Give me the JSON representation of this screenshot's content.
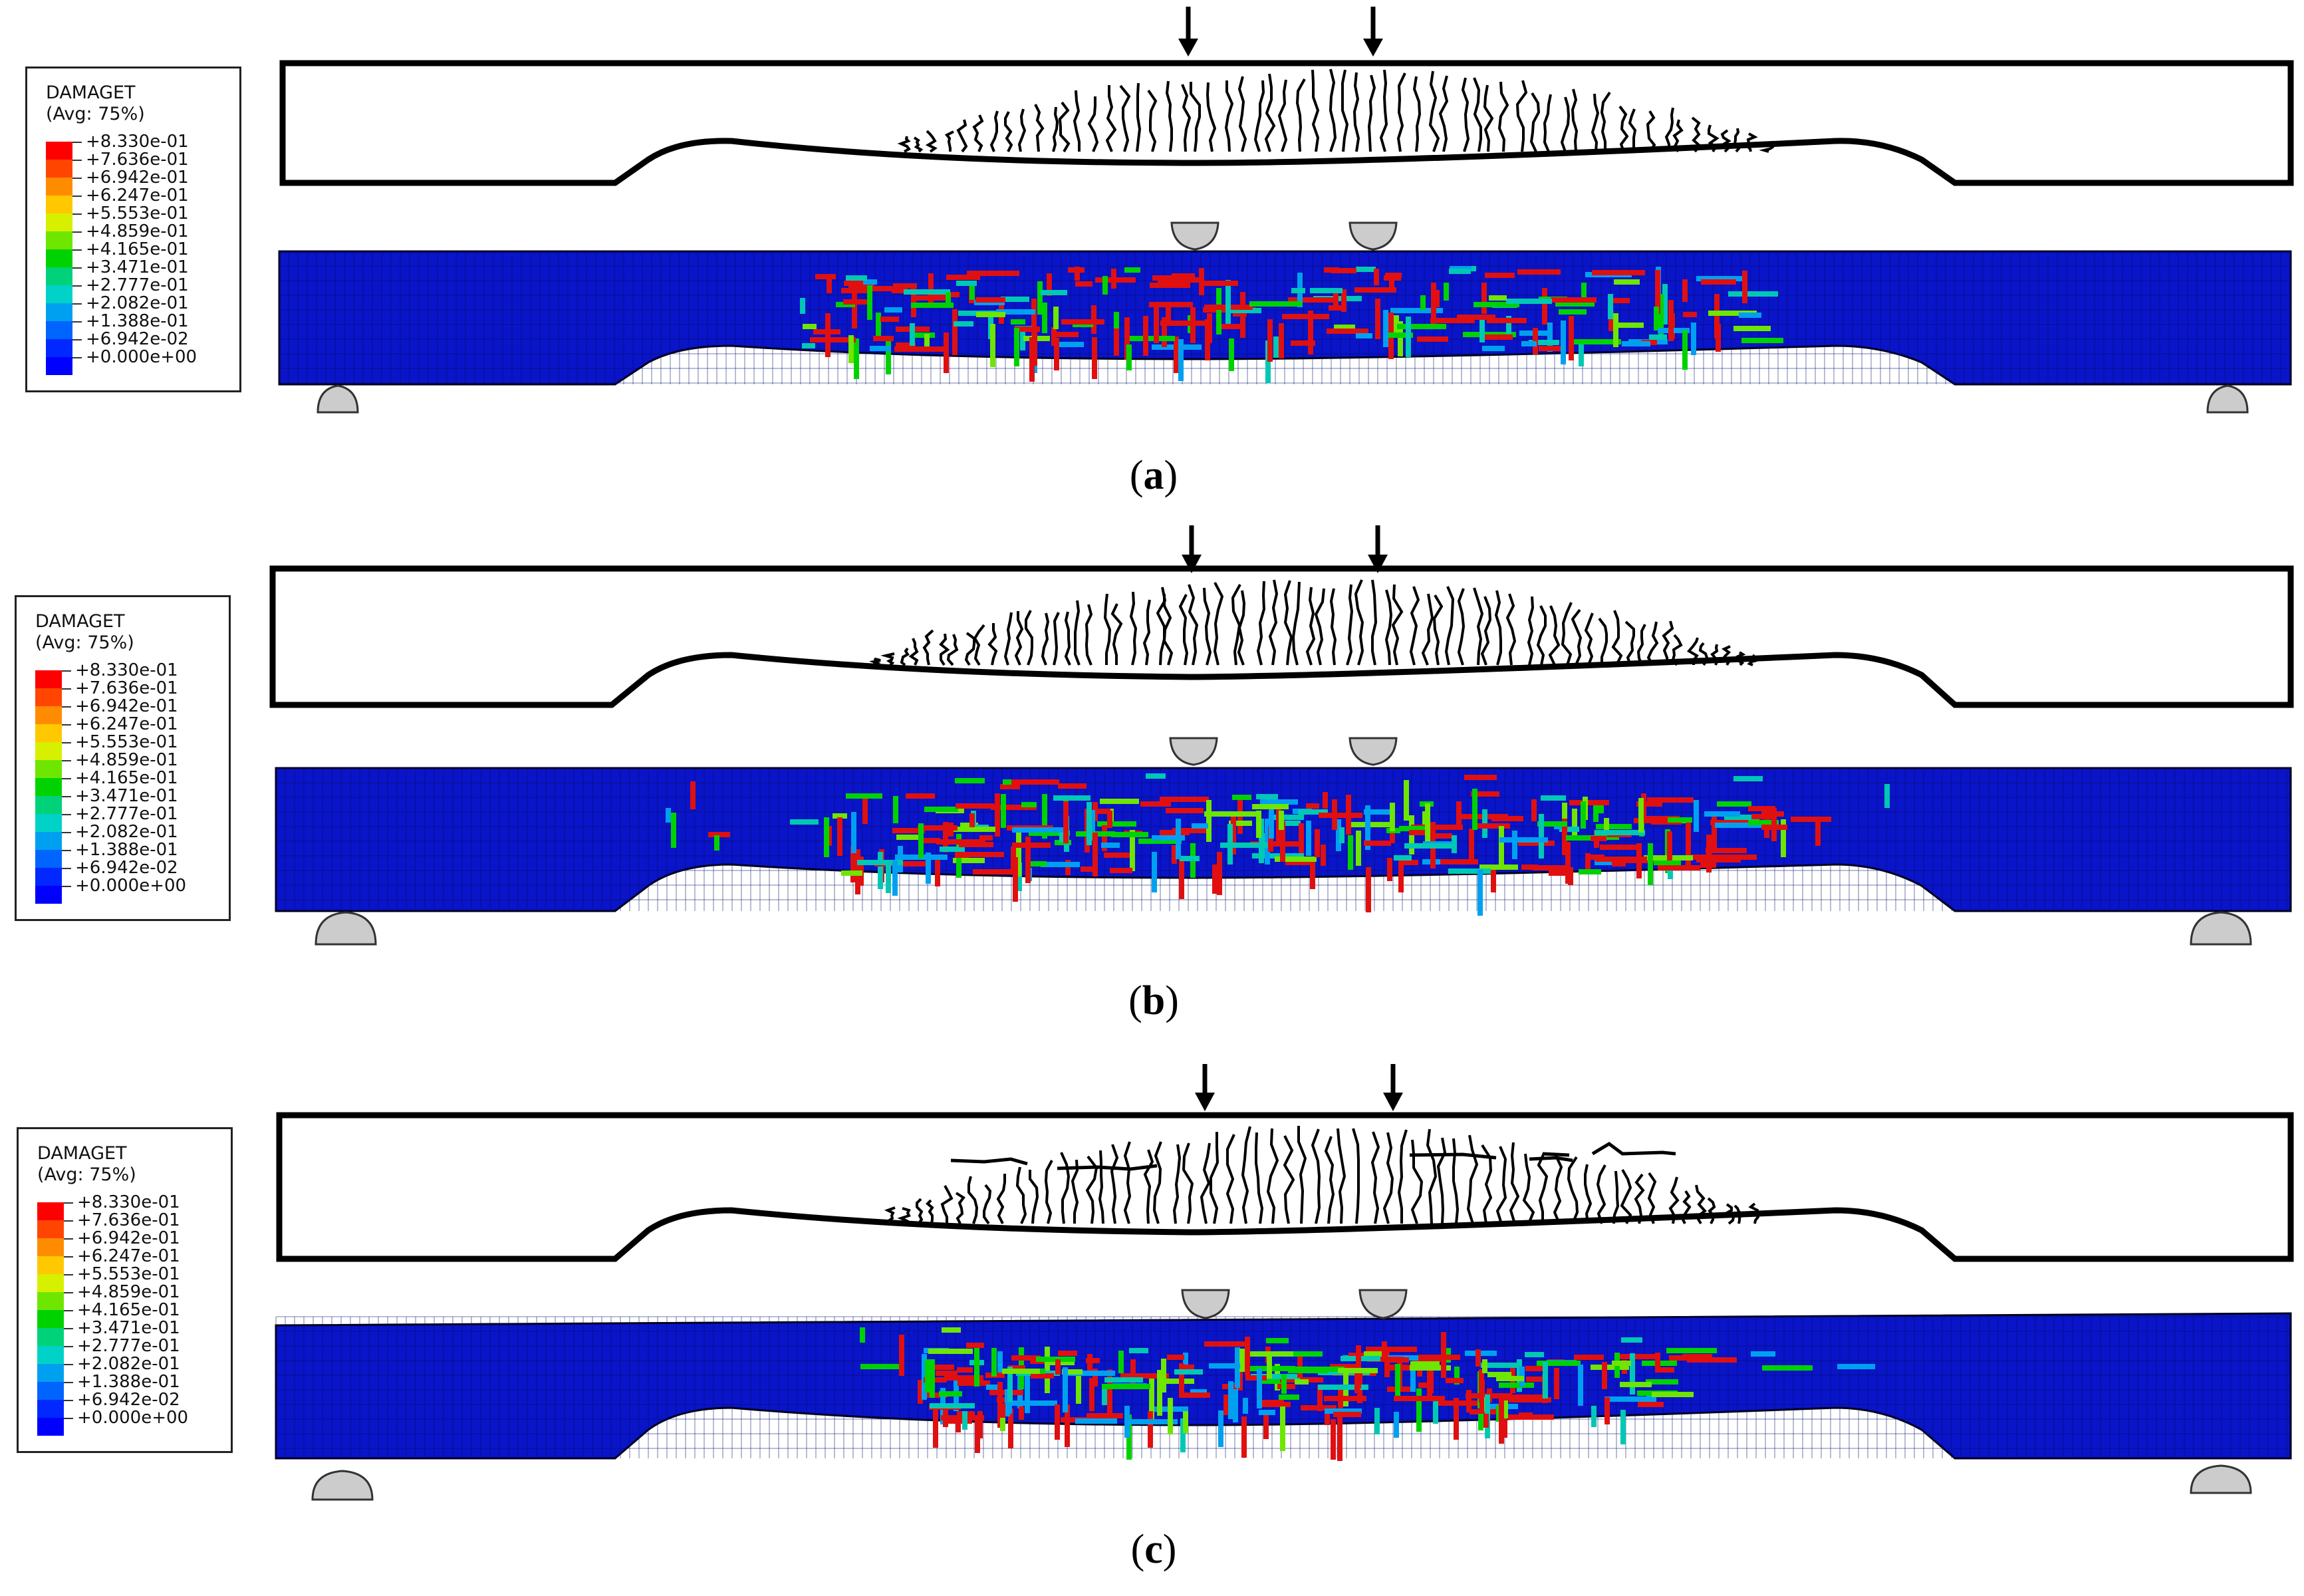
{
  "legend": {
    "title": "DAMAGET",
    "subtitle": "(Avg: 75%)",
    "entries": [
      {
        "value": "+8.330e-01",
        "color": "#ff0000"
      },
      {
        "value": "+7.636e-01",
        "color": "#ff4500"
      },
      {
        "value": "+6.942e-01",
        "color": "#ff8c00"
      },
      {
        "value": "+6.247e-01",
        "color": "#ffc800"
      },
      {
        "value": "+5.553e-01",
        "color": "#d7f000"
      },
      {
        "value": "+4.859e-01",
        "color": "#6ee600"
      },
      {
        "value": "+4.165e-01",
        "color": "#00d200"
      },
      {
        "value": "+3.471e-01",
        "color": "#00d27a"
      },
      {
        "value": "+2.777e-01",
        "color": "#00d2c8"
      },
      {
        "value": "+2.082e-01",
        "color": "#00a0f0"
      },
      {
        "value": "+1.388e-01",
        "color": "#0064ff"
      },
      {
        "value": "+6.942e-02",
        "color": "#0028ff"
      },
      {
        "value": "+0.000e+00",
        "color": "#0000ff"
      }
    ]
  },
  "panels": [
    {
      "label_open": "(",
      "label_letter": "a",
      "label_close": ")"
    },
    {
      "label_open": "(",
      "label_letter": "b",
      "label_close": ")"
    },
    {
      "label_open": "(",
      "label_letter": "c",
      "label_close": ")"
    }
  ],
  "colors": {
    "mesh_blue": "#0a14c8",
    "damage_red": "#e01010",
    "crack_black": "#000000"
  }
}
